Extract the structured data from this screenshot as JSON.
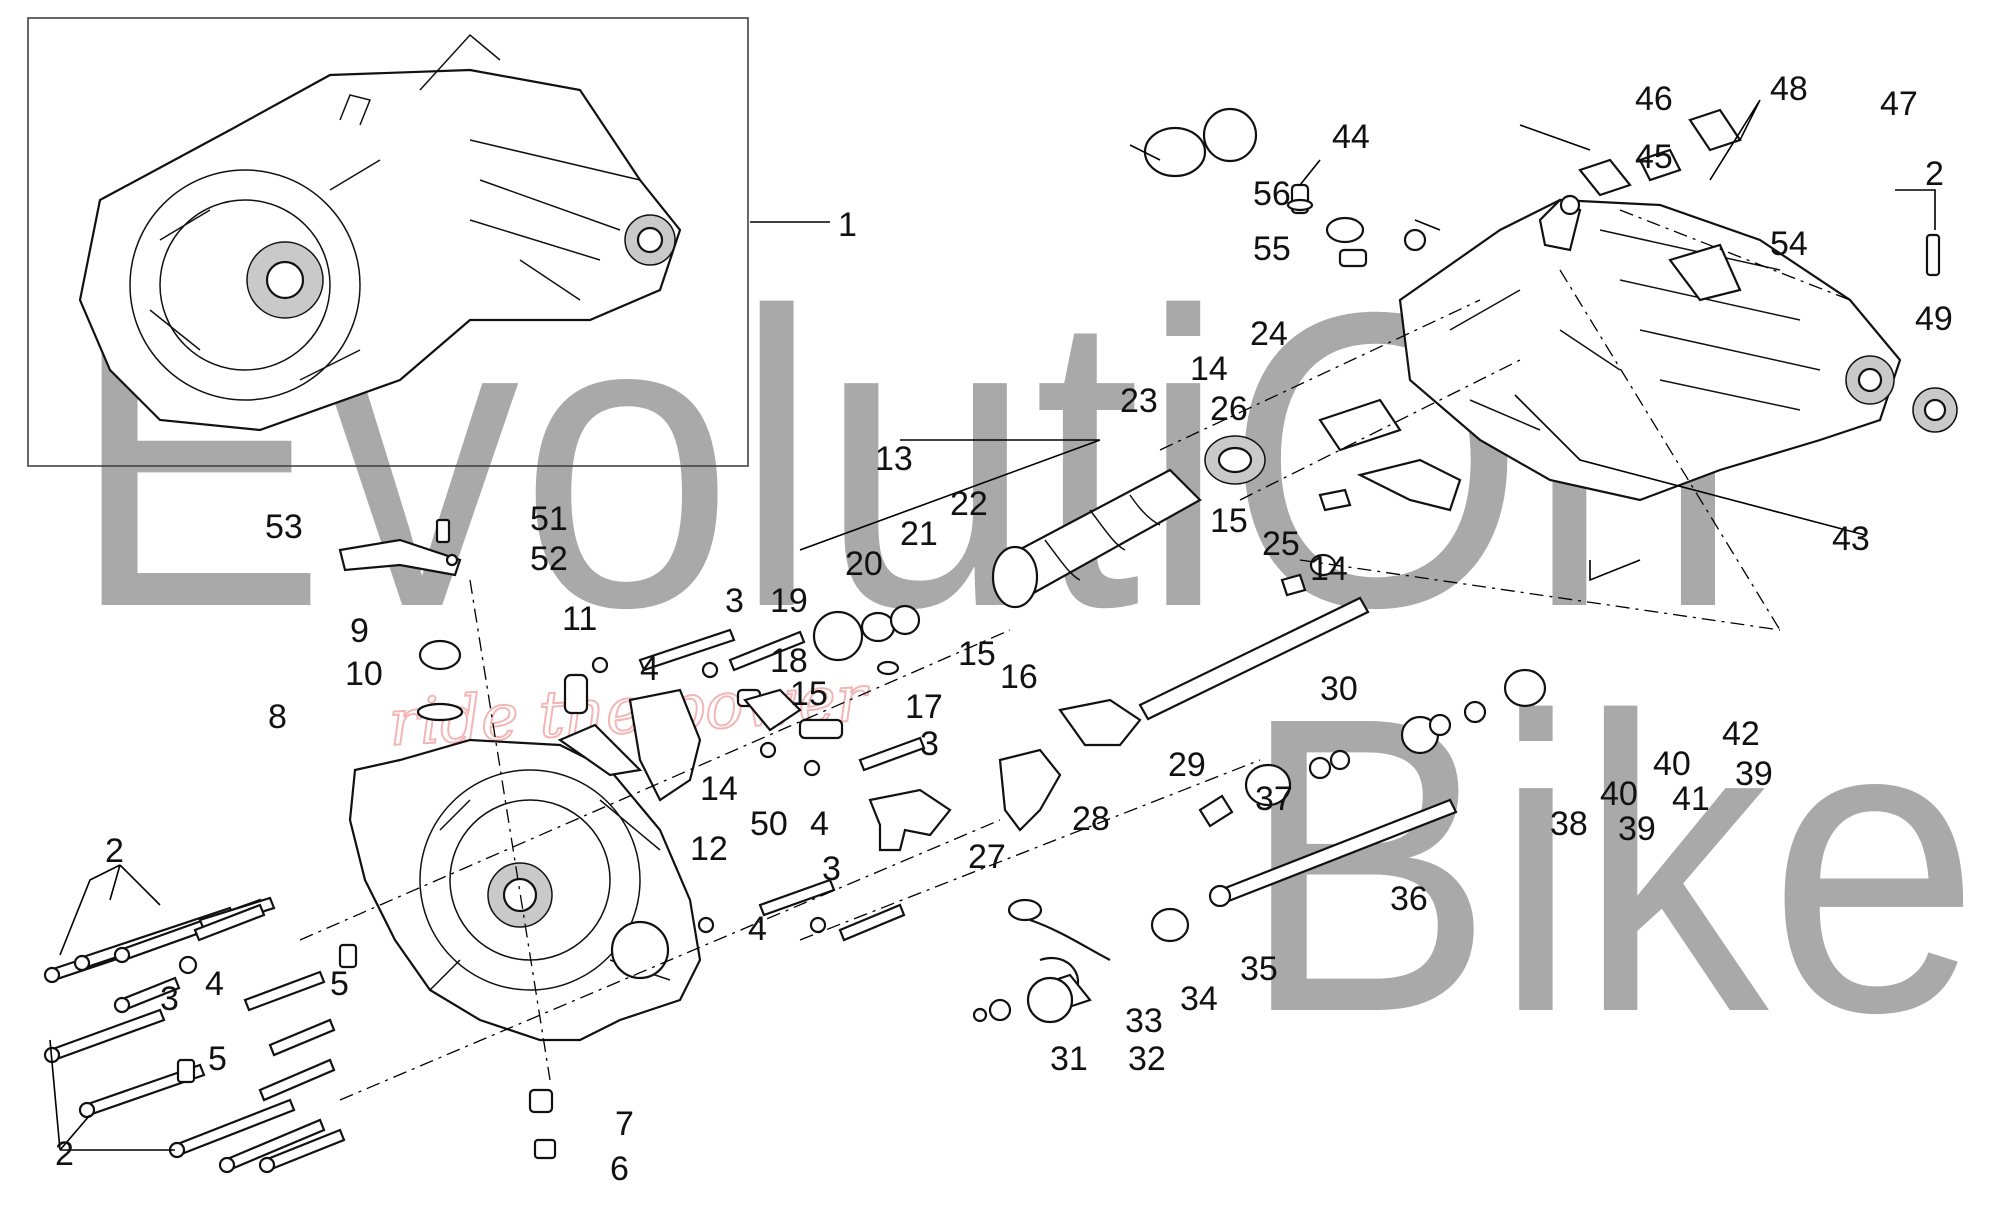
{
  "watermark": {
    "brand_line1": "EvolutiOn",
    "brand_line2": "Bike",
    "slogan": "ride the power"
  },
  "callouts": [
    "1",
    "2",
    "3",
    "4",
    "5",
    "6",
    "7",
    "8",
    "9",
    "10",
    "11",
    "12",
    "13",
    "14",
    "15",
    "16",
    "17",
    "18",
    "19",
    "20",
    "21",
    "22",
    "23",
    "24",
    "25",
    "26",
    "27",
    "28",
    "29",
    "30",
    "31",
    "32",
    "33",
    "34",
    "35",
    "36",
    "37",
    "38",
    "39",
    "40",
    "41",
    "42",
    "43",
    "44",
    "45",
    "46",
    "47",
    "48",
    "49",
    "50",
    "51",
    "52",
    "53",
    "54",
    "55",
    "56"
  ]
}
